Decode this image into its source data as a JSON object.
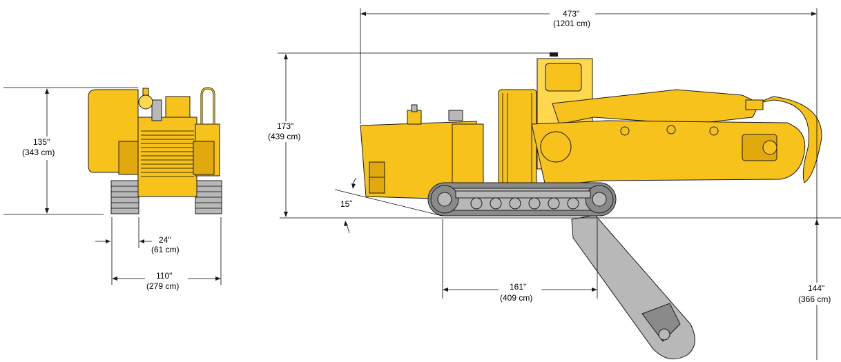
{
  "dimensions": {
    "rear_height": {
      "imperial": "135\"",
      "metric": "(343 cm)"
    },
    "rear_track": {
      "imperial": "24\"",
      "metric": "(61 cm)"
    },
    "rear_width": {
      "imperial": "110\"",
      "metric": "(279 cm)"
    },
    "side_length": {
      "imperial": "473\"",
      "metric": "(1201 cm)"
    },
    "side_height": {
      "imperial": "173\"",
      "metric": "(439 cm)"
    },
    "crawler_length": {
      "imperial": "161\"",
      "metric": "(409 cm)"
    },
    "dig_depth": {
      "imperial": "144\"",
      "metric": "(366 cm)"
    },
    "approach_angle": {
      "label": "15˚"
    }
  },
  "colors": {
    "machine_yellow": "#f7c21b",
    "machine_shadow": "#e2a90f",
    "boom_grey": "#b8b8b8",
    "line": "#000000"
  }
}
